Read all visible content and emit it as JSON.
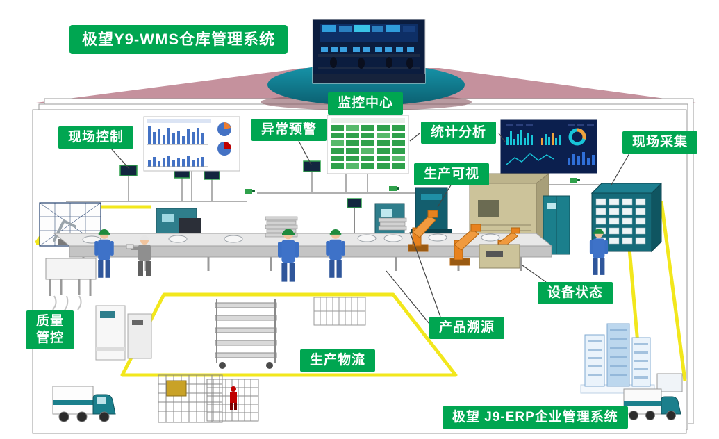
{
  "diagram": {
    "top_badge": "极望Y9-WMS仓库管理系统",
    "bottom_badge": "极望 J9-ERP企业管理系统",
    "labels": {
      "monitor_center": "监控中心",
      "site_control": "现场控制",
      "abnormal_warning": "异常预警",
      "statistical_analysis": "统计分析",
      "production_visual": "生产可视",
      "site_collection": "现场采集",
      "equipment_status": "设备状态",
      "product_trace": "产品溯源",
      "production_logistics": "生产物流",
      "quality_control": "质量\n管控"
    },
    "colors": {
      "label_green": "#00A651",
      "platform_teal": "#10798C",
      "funnel_pink": "#C5919D",
      "floor_lane_yellow": "#F2E71C",
      "accent_blue": "#4472C4",
      "dashboard_navy": "#0B1F4E"
    }
  }
}
